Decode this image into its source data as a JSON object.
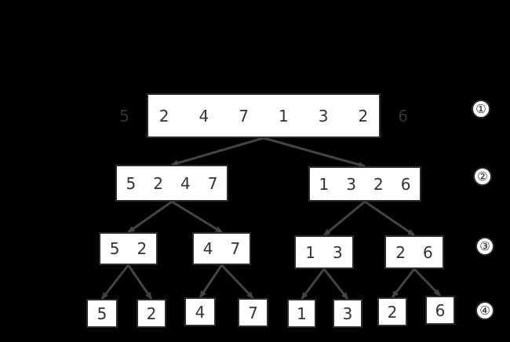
{
  "tree": {
    "root": {
      "values": [
        "5",
        "2",
        "4",
        "7",
        "1",
        "3",
        "2",
        "6"
      ],
      "children": [
        {
          "values": [
            "5",
            "2",
            "4",
            "7"
          ],
          "children": [
            {
              "values": [
                "5",
                "2"
              ],
              "children": [
                {
                  "values": [
                    "5"
                  ]
                },
                {
                  "values": [
                    "2"
                  ]
                }
              ]
            },
            {
              "values": [
                "4",
                "7"
              ],
              "children": [
                {
                  "values": [
                    "4"
                  ]
                },
                {
                  "values": [
                    "7"
                  ]
                }
              ]
            }
          ]
        },
        {
          "values": [
            "1",
            "3",
            "2",
            "6"
          ],
          "children": [
            {
              "values": [
                "1",
                "3"
              ],
              "children": [
                {
                  "values": [
                    "1"
                  ]
                },
                {
                  "values": [
                    "3"
                  ]
                }
              ]
            },
            {
              "values": [
                "2",
                "6"
              ],
              "children": [
                {
                  "values": [
                    "2"
                  ]
                },
                {
                  "values": [
                    "6"
                  ]
                }
              ]
            }
          ]
        }
      ]
    }
  },
  "level_labels": [
    "①",
    "②",
    "③",
    "④"
  ],
  "colors": {
    "background": "#000000",
    "node_fill": "#ffffff",
    "node_border": "#2b2b2b",
    "text": "#333333",
    "edge": "#444444"
  }
}
